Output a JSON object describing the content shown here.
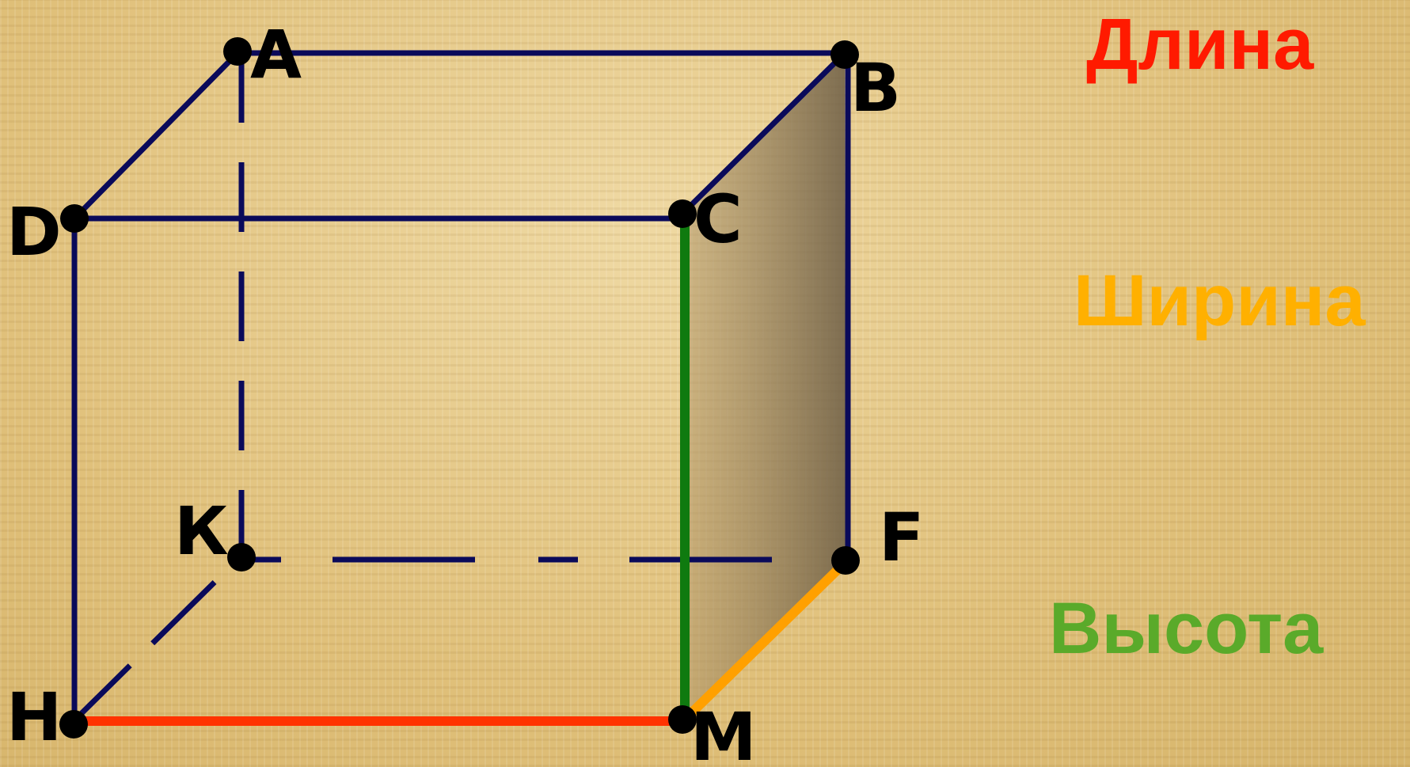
{
  "vertices": {
    "A": "A",
    "B": "B",
    "C": "C",
    "D": "D",
    "K": "К",
    "F": "F",
    "M": "M",
    "H": "H"
  },
  "legend": {
    "length": "Длина",
    "width": "Ширина",
    "height": "Высота"
  },
  "colors": {
    "edges": "#0a0a5a",
    "length": "#ff3300",
    "width": "#ffa000",
    "height": "#0f7a0f",
    "length_text": "#ff1a00",
    "width_text": "#ffb000",
    "height_text": "#5aaa2a",
    "shaded_face": "#8a7a5e"
  }
}
